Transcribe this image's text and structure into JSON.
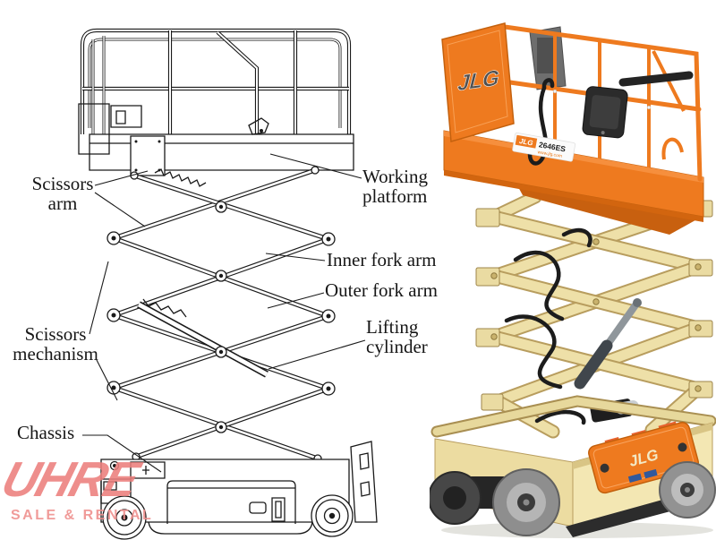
{
  "diagram": {
    "labels": {
      "scissors_arm": "Scissors\narm",
      "working_platform": "Working\nplatform",
      "inner_fork_arm": "Inner fork arm",
      "outer_fork_arm": "Outer fork arm",
      "scissors_mechanism": "Scissors\nmechanism",
      "lifting_cylinder": "Lifting\ncylinder",
      "chassis": "Chassis"
    }
  },
  "photo": {
    "panel_logo": "JLG",
    "decal": {
      "brand": "JLG",
      "model": "2646ES",
      "url": "www.jlg.com"
    },
    "chassis_logo": "JLG",
    "colors": {
      "orange": "#ee7a1f",
      "orange_dark": "#c4610e",
      "cream": "#eee0a8",
      "cream_dark": "#b89d5e",
      "wheel_grey": "#8e8e8e",
      "black": "#232323"
    }
  },
  "watermark": {
    "wordmark": "UHRE",
    "tagline": "SALE & RENTAL",
    "wordmark_color": "#ec7f7d",
    "tagline_color": "#ef8e8c"
  }
}
